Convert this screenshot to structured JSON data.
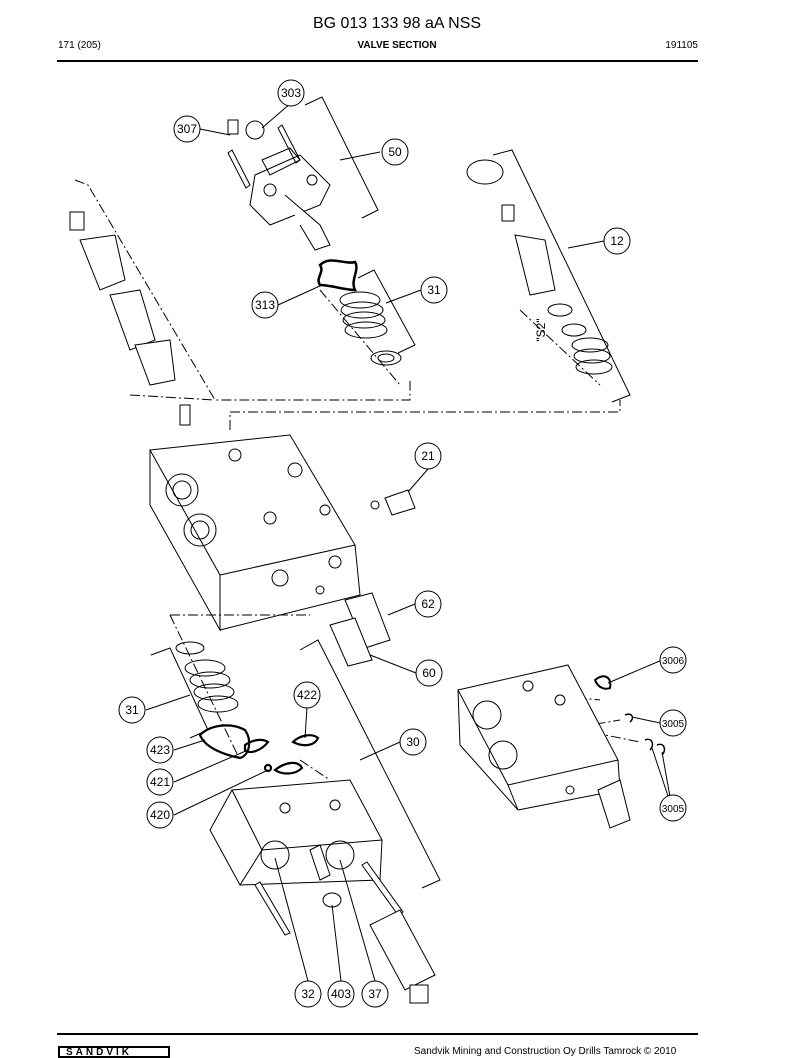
{
  "header": {
    "title": "BG 013 133 98 aA NSS",
    "page": "171 (205)",
    "section": "VALVE SECTION",
    "code": "191105"
  },
  "footer": {
    "logo": "SANDVIK",
    "copyright": "Sandvik Mining and Construction Oy Drills Tamrock © 2010"
  },
  "callouts": {
    "c303": "303",
    "c307": "307",
    "c50": "50",
    "c12": "12",
    "c313": "313",
    "c31a": "31",
    "c21": "21",
    "c62": "62",
    "c60": "60",
    "c31b": "31",
    "c422": "422",
    "c30": "30",
    "c423": "423",
    "c421": "421",
    "c420": "420",
    "c3006": "3006",
    "c3005a": "3005",
    "c3005b": "3005",
    "c32": "32",
    "c403": "403",
    "c37": "37"
  },
  "labels": {
    "s2": "\"S2\""
  }
}
